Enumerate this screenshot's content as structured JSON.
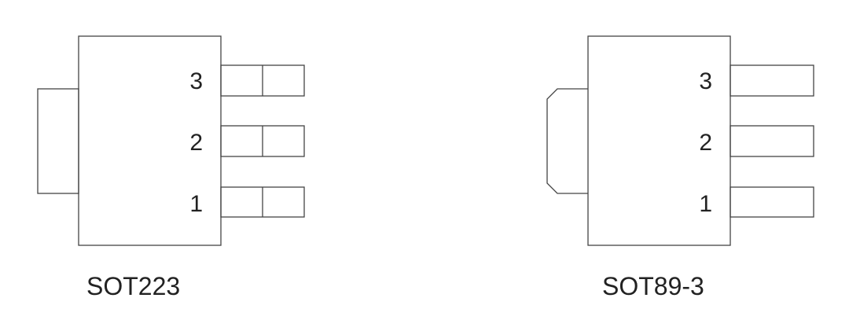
{
  "packages": [
    {
      "name": "SOT223",
      "pins": [
        {
          "label": "3"
        },
        {
          "label": "2"
        },
        {
          "label": "1"
        }
      ]
    },
    {
      "name": "SOT89-3",
      "pins": [
        {
          "label": "3"
        },
        {
          "label": "2"
        },
        {
          "label": "1"
        }
      ]
    }
  ]
}
